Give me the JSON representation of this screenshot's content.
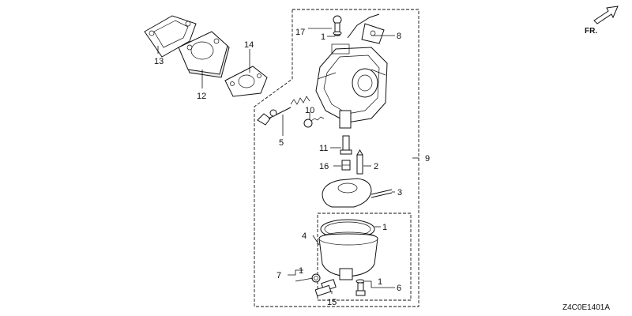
{
  "diagram": {
    "code": "Z4C0E1401A",
    "direction": "FR.",
    "labels": {
      "p1a": "1",
      "p1b": "1",
      "p1c": "1",
      "p1d": "1",
      "p2": "2",
      "p3": "3",
      "p4": "4",
      "p5": "5",
      "p6": "6",
      "p7": "7",
      "p8": "8",
      "p9": "9",
      "p10": "10",
      "p11": "11",
      "p12": "12",
      "p13": "13",
      "p14": "14",
      "p15": "15",
      "p16": "16",
      "p17": "17"
    }
  }
}
